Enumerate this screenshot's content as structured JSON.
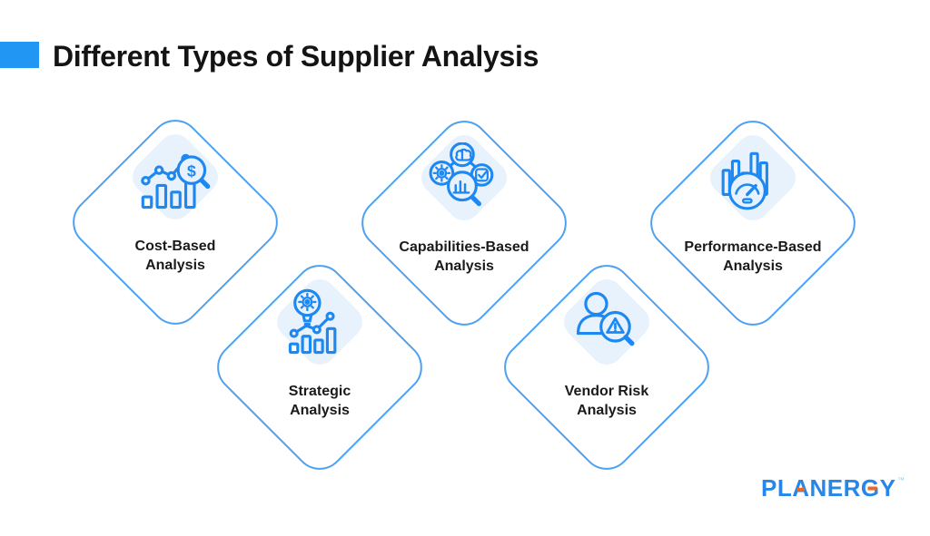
{
  "header": {
    "title": "Different Types of Supplier Analysis",
    "accent_color": "#2196F3"
  },
  "colors": {
    "diamond_border": "#4DA1F2",
    "icon_stroke": "#1E88F2",
    "icon_background": "#E8F2FC",
    "title_text": "#141414",
    "label_text": "#1A1A1A",
    "logo_blue": "#2787E8",
    "logo_orange": "#F26522"
  },
  "diamonds": [
    {
      "id": "cost-based",
      "line1": "Cost-Based",
      "line2": "Analysis",
      "icon": "bar-chart-dollar-magnifier-icon"
    },
    {
      "id": "strategic",
      "line1": "Strategic",
      "line2": "Analysis",
      "icon": "lightbulb-gear-bar-chart-icon"
    },
    {
      "id": "capabilities-based",
      "line1": "Capabilities-Based",
      "line2": "Analysis",
      "icon": "brain-gear-checklist-magnifier-icon"
    },
    {
      "id": "vendor-risk",
      "line1": "Vendor Risk",
      "line2": "Analysis",
      "icon": "person-alert-magnifier-icon"
    },
    {
      "id": "performance-based",
      "line1": "Performance-Based",
      "line2": "Analysis",
      "icon": "gauge-bar-chart-icon"
    }
  ],
  "icon_glyphs": {
    "dollar": "$"
  },
  "footer": {
    "logo_text": "PLANERGY",
    "trademark": "™"
  }
}
